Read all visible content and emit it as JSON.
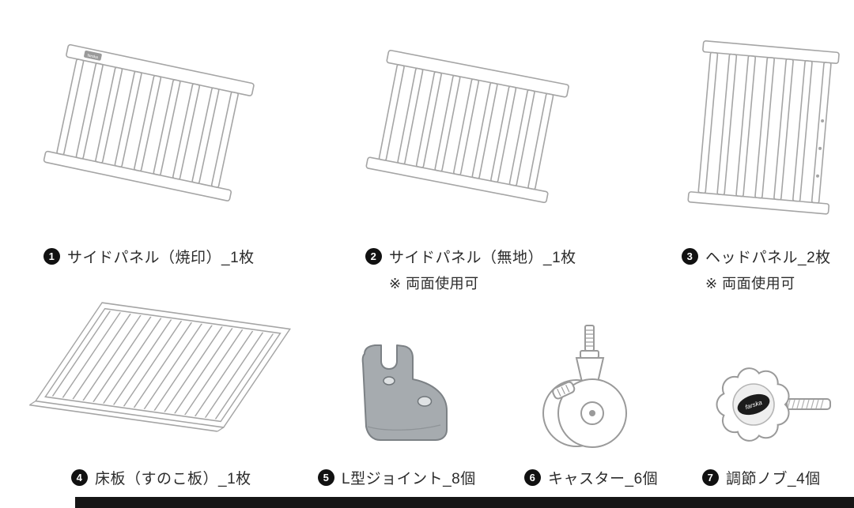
{
  "page": {
    "background": "#ffffff"
  },
  "colors": {
    "line": "#a5a5a5",
    "text": "#2b2b2b",
    "badge_bg": "#111111",
    "joint_fill": "#a6abaf",
    "bottom_bar": "#161616"
  },
  "brand": {
    "knob_text": "farska",
    "panel_mark_text": "farska"
  },
  "parts": [
    {
      "num": "1",
      "label": "サイドパネル（焼印）_1枚",
      "note": ""
    },
    {
      "num": "2",
      "label": "サイドパネル（無地）_1枚",
      "note": "※ 両面使用可"
    },
    {
      "num": "3",
      "label": "ヘッドパネル_2枚",
      "note": "※ 両面使用可"
    },
    {
      "num": "4",
      "label": "床板（すのこ板）_1枚",
      "note": ""
    },
    {
      "num": "5",
      "label": "L型ジョイント_8個",
      "note": ""
    },
    {
      "num": "6",
      "label": "キャスター_6個",
      "note": ""
    },
    {
      "num": "7",
      "label": "調節ノブ_4個",
      "note": ""
    }
  ]
}
